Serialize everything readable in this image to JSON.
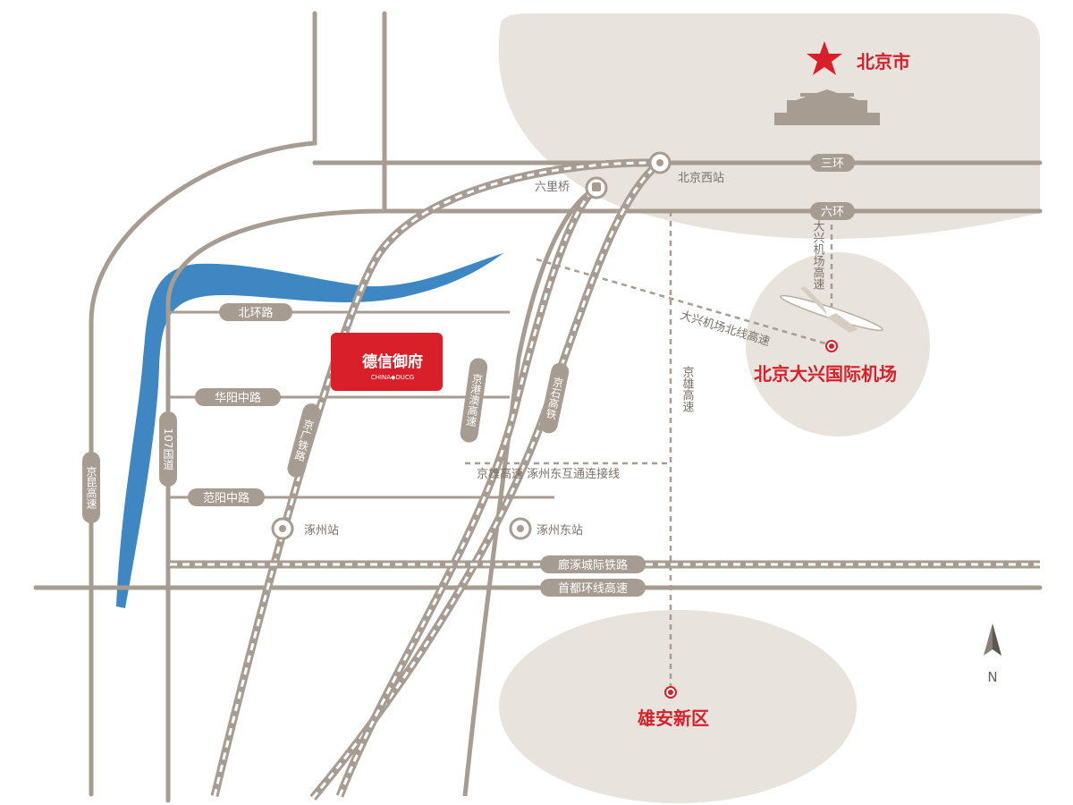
{
  "cities": {
    "beijing": "北京市",
    "xiongan": "雄安新区",
    "airport": "北京大兴国际机场"
  },
  "rings": {
    "third": "三环",
    "sixth": "六环"
  },
  "stations": {
    "beijing_west": "北京西站",
    "liuliqiao": "六里桥",
    "zhuozhou": "涿州站",
    "zhuozhou_east": "涿州东站"
  },
  "roads": {
    "beihuan": "北环路",
    "huayang": "华阳中路",
    "fanyang": "范阳中路",
    "guodao_107": "107国道",
    "jingkun": "京昆高速",
    "jingguang": "京广铁路",
    "jinggangao": "京港澳高速",
    "jingshi": "京石高铁",
    "jingxiong": "京雄高速",
    "jingxiong_link": "京雄高速  涿州东互通连接线",
    "airport_north": "大兴机场北线高速",
    "airport_expressway": "大兴机场高速",
    "langzhuo": "廊涿城际铁路",
    "shoudu_ring": "首都环线高速"
  },
  "project": {
    "name": "德信御府",
    "subtitle": "CHINA◆DUCG"
  },
  "compass": "N",
  "colors": {
    "road": "#a79c91",
    "city_area": "#e8e3dd",
    "river": "#3f87c3",
    "accent_red": "#d9202a",
    "label_bg": "#a79c91"
  }
}
